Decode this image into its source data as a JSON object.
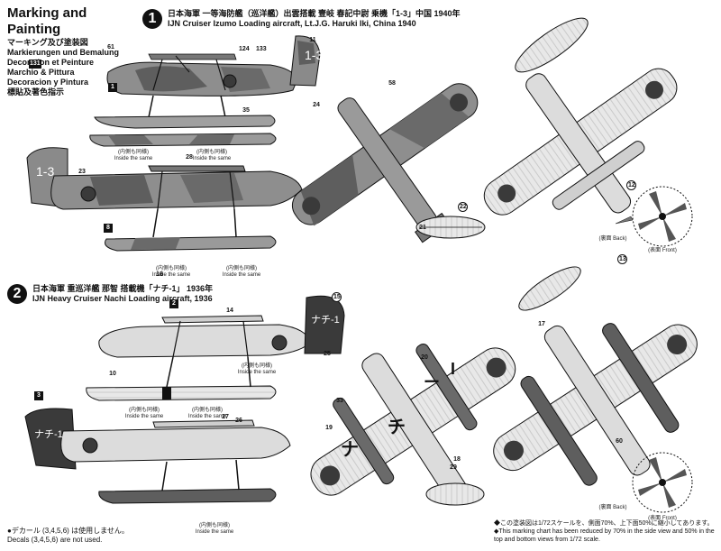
{
  "header": {
    "title": "Marking and Painting",
    "lines": [
      "マーキング及び塗装図",
      "Markierungen und Bemalung",
      "Decoration et Peinture",
      "Marchio & Pittura",
      "Decoracion y Pintura",
      "標貼及著色指示"
    ]
  },
  "section1": {
    "number": "1",
    "jp": "日本海軍 一等海防艦（巡洋艦）出雲搭載 壹岐 春記中尉 乗機「1-3」中国 1940年",
    "en": "IJN Cruiser Izumo Loading aircraft, Lt.J.G. Haruki Iki, China 1940"
  },
  "section2": {
    "number": "2",
    "jp": "日本海軍 重巡洋艦 那智 搭載機「ナチ-1」 1936年",
    "en": "IJN Heavy Cruiser Nachi Loading aircraft, 1936"
  },
  "tail_codes": {
    "s1": "1-3",
    "s2": "ナチ-1",
    "wing_kana_1": "ナ",
    "wing_kana_2": "チ",
    "wing_dash": "ー",
    "wing_one": "I"
  },
  "notes": {
    "inside_jp": "(内側も同様)",
    "inside_en": "Inside the same",
    "rear": "(裏面 Back)",
    "front": "(表面 Front)"
  },
  "footer": {
    "decals_jp": "●デカール (3,4,5,6) は使用しません。",
    "decals_en": "Decals (3,4,5,6) are not used.",
    "scale_jp": "◆この塗装図は1/72スケールを、側面70%、上下面50%に縮小してあります。",
    "scale_en1": "◆This marking chart has been reduced by 70% in the side view and 50% in the",
    "scale_en2": "top and bottom views from 1/72 scale."
  },
  "colors": {
    "green": "#6f6f6f",
    "brown": "#8e8e8e",
    "silver": "#e6e6e6",
    "hinomaru": "#3a3a3a",
    "black": "#111111"
  },
  "callouts": {
    "c1": "131",
    "c2": "61",
    "c3": "1",
    "c4": "133",
    "c5": "35",
    "c6": "124",
    "c7": "11",
    "c8": "23",
    "c9": "24",
    "c10": "8",
    "c11": "58",
    "c12": "12",
    "c13": "13",
    "c14": "16",
    "c15": "2",
    "c16": "3",
    "c17": "14",
    "c18": "15",
    "c19": "20",
    "c20": "22",
    "c21": "21",
    "c22": "28",
    "c23": "17",
    "c24": "19",
    "c25": "25",
    "c26": "26",
    "c27": "27",
    "c28": "29",
    "c29": "33",
    "c30": "60",
    "c31": "18",
    "c32": "10"
  }
}
